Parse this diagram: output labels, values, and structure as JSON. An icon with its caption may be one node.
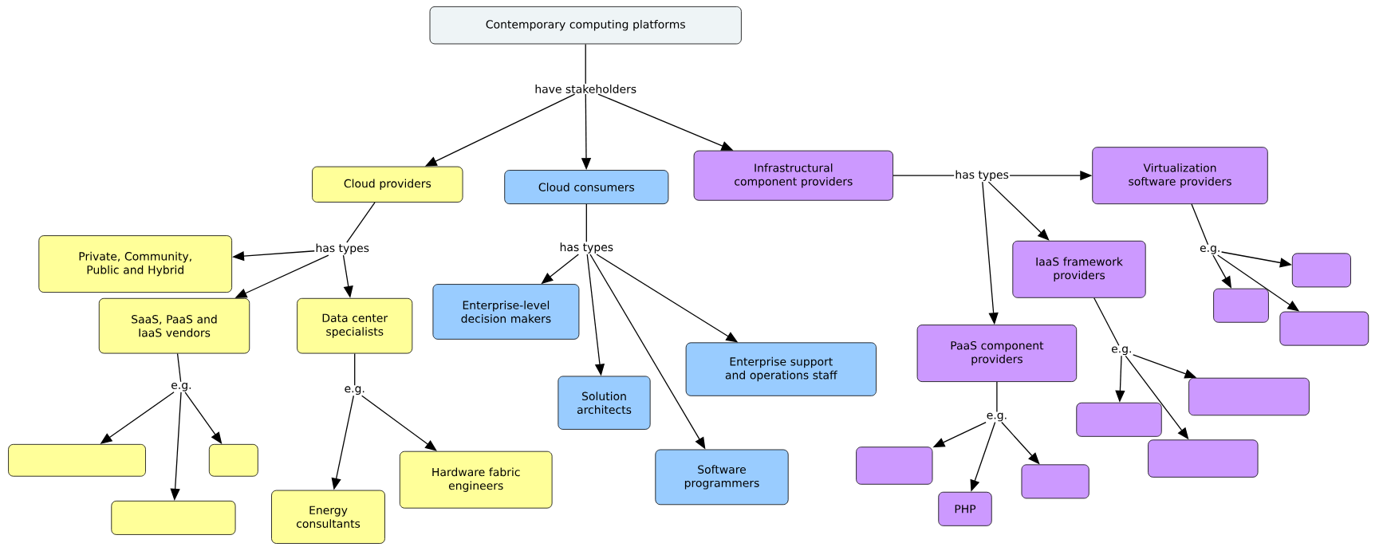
{
  "diagram": {
    "nodes": [
      {
        "text": [
          "Contemporary computing platforms"
        ]
      },
      {
        "text": [
          "have stakeholders"
        ]
      },
      {
        "text": [
          "Cloud providers"
        ]
      },
      {
        "text": [
          "Cloud consumers"
        ]
      },
      {
        "text": [
          "Infrastructural component providers"
        ]
      },
      {
        "text": [
          "has types"
        ]
      },
      {
        "text": [
          "Private, Community, Public and Hybrid"
        ]
      },
      {
        "text": [
          "SaaS, PaaS and IaaS vendors"
        ]
      },
      {
        "text": [
          "Data center specialists"
        ]
      },
      {
        "text": [
          "e.g."
        ]
      },
      {
        "text": [],
        "shape": "box"
      },
      {
        "text": [],
        "shape": "box"
      },
      {
        "text": [],
        "shape": "box"
      },
      {
        "text": [
          "e.g."
        ]
      },
      {
        "text": [
          "Energy consultants"
        ]
      },
      {
        "text": [
          "Hardware fabric engineers"
        ]
      },
      {
        "text": [
          "has types"
        ]
      },
      {
        "text": [
          "Enterprise-level decision makers"
        ]
      },
      {
        "text": [
          "Solution architects"
        ]
      },
      {
        "text": [
          "Enterprise support and operations staff"
        ]
      },
      {
        "text": [
          "Software programmers"
        ]
      },
      {
        "text": [
          "has types"
        ]
      },
      {
        "text": [
          "Virtualization software providers"
        ]
      },
      {
        "text": [
          "IaaS framework providers"
        ]
      },
      {
        "text": [
          "PaaS component providers"
        ]
      },
      {
        "text": [
          "e.g."
        ]
      },
      {
        "text": [],
        "shape": "box"
      },
      {
        "text": [],
        "shape": "box"
      },
      {
        "text": [],
        "shape": "box"
      },
      {
        "text": [
          "e.g."
        ]
      },
      {
        "text": [],
        "shape": "box"
      },
      {
        "text": [],
        "shape": "box"
      },
      {
        "text": [],
        "shape": "box"
      },
      {
        "text": [
          "e.g."
        ]
      },
      {
        "text": [],
        "shape": "box"
      },
      {
        "text": [
          "PHP"
        ]
      },
      {
        "text": [],
        "shape": "box"
      }
    ],
    "edges": [
      {
        "from": 0,
        "to": 1,
        "arrow": "none"
      },
      {
        "from": 1,
        "to": 2,
        "arrow": "to"
      },
      {
        "from": 1,
        "to": 3,
        "arrow": "to"
      },
      {
        "from": 1,
        "to": 4,
        "arrow": "to"
      },
      {
        "from": 2,
        "to": 5,
        "arrow": "none"
      },
      {
        "from": 5,
        "to": 6,
        "arrow": "to"
      },
      {
        "from": 5,
        "to": 7,
        "arrow": "to"
      },
      {
        "from": 5,
        "to": 8,
        "arrow": "to"
      },
      {
        "from": 7,
        "to": 9,
        "arrow": "none"
      },
      {
        "from": 9,
        "to": 10,
        "arrow": "to"
      },
      {
        "from": 9,
        "to": 11,
        "arrow": "to"
      },
      {
        "from": 9,
        "to": 12,
        "arrow": "to"
      },
      {
        "from": 8,
        "to": 13,
        "arrow": "none"
      },
      {
        "from": 13,
        "to": 14,
        "arrow": "to"
      },
      {
        "from": 13,
        "to": 15,
        "arrow": "to"
      },
      {
        "from": 3,
        "to": 16,
        "arrow": "none"
      },
      {
        "from": 16,
        "to": 17,
        "arrow": "to"
      },
      {
        "from": 16,
        "to": 18,
        "arrow": "to"
      },
      {
        "from": 16,
        "to": 19,
        "arrow": "to"
      },
      {
        "from": 16,
        "to": 20,
        "arrow": "to"
      },
      {
        "from": 4,
        "to": 21,
        "arrow": "none"
      },
      {
        "from": 21,
        "to": 22,
        "arrow": "to"
      },
      {
        "from": 21,
        "to": 23,
        "arrow": "to"
      },
      {
        "from": 21,
        "to": 24,
        "arrow": "to"
      },
      {
        "from": 22,
        "to": 25,
        "arrow": "none"
      },
      {
        "from": 25,
        "to": 26,
        "arrow": "to"
      },
      {
        "from": 25,
        "to": 27,
        "arrow": "to"
      },
      {
        "from": 25,
        "to": 28,
        "arrow": "to"
      },
      {
        "from": 23,
        "to": 29,
        "arrow": "none"
      },
      {
        "from": 29,
        "to": 30,
        "arrow": "to"
      },
      {
        "from": 29,
        "to": 31,
        "arrow": "to"
      },
      {
        "from": 29,
        "to": 32,
        "arrow": "to"
      },
      {
        "from": 24,
        "to": 33,
        "arrow": "none"
      },
      {
        "from": 33,
        "to": 34,
        "arrow": "to"
      },
      {
        "from": 33,
        "to": 35,
        "arrow": "to"
      },
      {
        "from": 33,
        "to": 36,
        "arrow": "to"
      }
    ]
  }
}
